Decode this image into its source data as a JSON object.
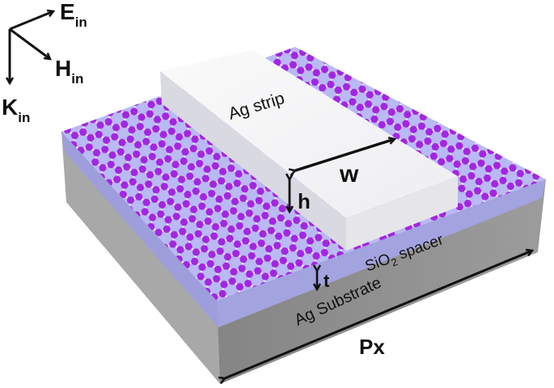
{
  "figure": {
    "description": "3D schematic of graphene on SiO2 spacer over Ag substrate with Ag strip",
    "axes": {
      "e_label": "E",
      "e_sub": "in",
      "h_label": "H",
      "h_sub": "in",
      "k_label": "K",
      "k_sub": "in"
    },
    "labels": {
      "ag_strip": "Ag strip",
      "width": "w",
      "height": "h",
      "spacer_prefix": "SiO",
      "spacer_sub": "2",
      "spacer_suffix": " spacer",
      "thickness": "t",
      "substrate": "Ag  Substrate",
      "period": "Px"
    },
    "colors": {
      "graphene_top": "#b9b9f4",
      "spacer_side": "#a3a3e0",
      "substrate_front": "#8f8f8f",
      "substrate_left": "#a6a6a6",
      "strip_top": "#f4f4f6",
      "strip_side": "#dcdce4",
      "atom": "#a21ee0",
      "bond": "#ececf4",
      "arrow": "#111111"
    }
  }
}
